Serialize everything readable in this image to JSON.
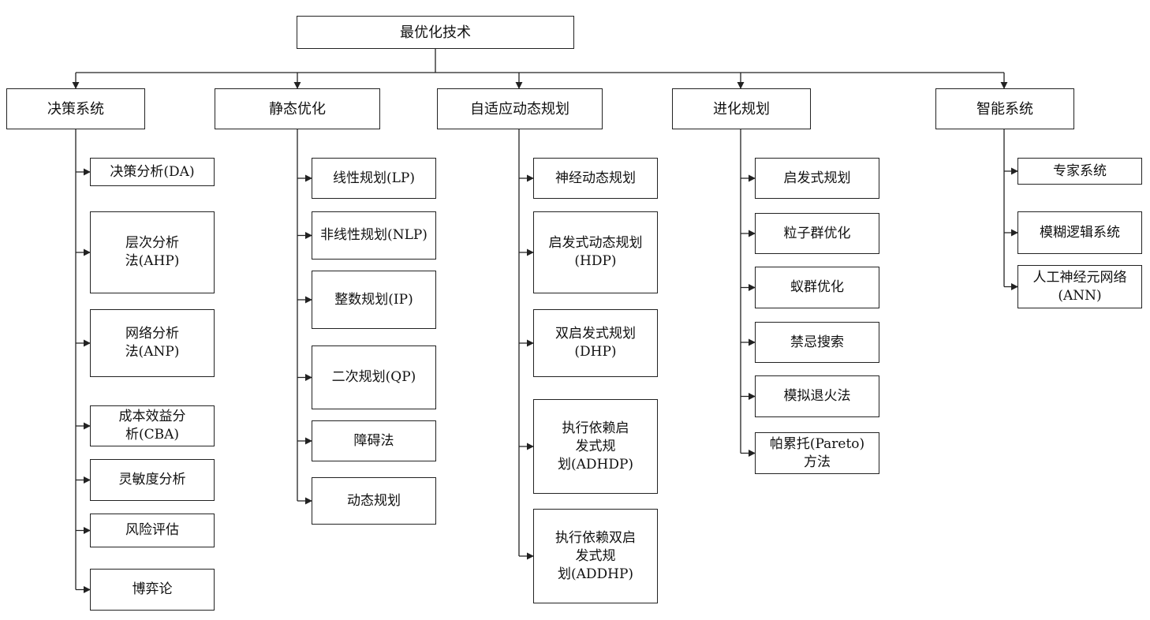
{
  "root": {
    "label": "最优化技术"
  },
  "categories": [
    {
      "label": "决策系统",
      "items": [
        "决策分析(DA)",
        "层次分析\n法(AHP)",
        "网络分析\n法(ANP)",
        "成本效益分\n析(CBA)",
        "灵敏度分析",
        "风险评估",
        "博弈论"
      ]
    },
    {
      "label": "静态优化",
      "items": [
        "线性规划(LP)",
        "非线性规划(NLP)",
        "整数规划(IP)",
        "二次规划(QP)",
        "障碍法",
        "动态规划"
      ]
    },
    {
      "label": "自适应动态规划",
      "items": [
        "神经动态规划",
        "启发式动态规划\n(HDP)",
        "双启发式规划\n(DHP)",
        "执行依赖启\n发式规\n划(ADHDP)",
        "执行依赖双启\n发式规\n划(ADDHP)"
      ]
    },
    {
      "label": "进化规划",
      "items": [
        "启发式规划",
        "粒子群优化",
        "蚁群优化",
        "禁忌搜索",
        "模拟退火法",
        "帕累托(Pareto)\n方法"
      ]
    },
    {
      "label": "智能系统",
      "items": [
        "专家系统",
        "模糊逻辑系统",
        "人工神经元网络\n(ANN)"
      ]
    }
  ]
}
